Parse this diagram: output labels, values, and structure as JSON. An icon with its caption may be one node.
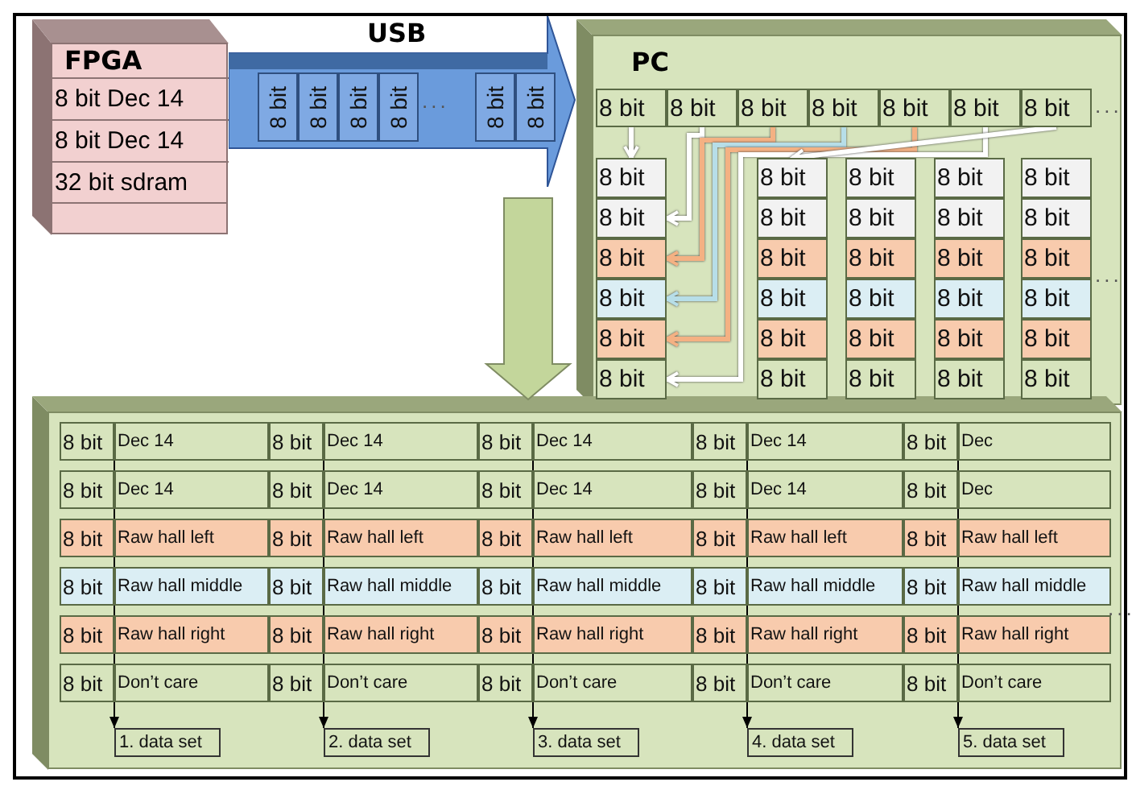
{
  "diagram": {
    "nodes": [
      {
        "text": [
          "FPGA",
          "8 bit Dec 14",
          "8 bit Dec 14",
          "32 bit sdram"
        ]
      },
      {
        "text": [
          "USB"
        ]
      },
      {
        "text": [
          "8 bit"
        ],
        "in": 1
      },
      {
        "text": [
          "8 bit"
        ],
        "in": 1
      },
      {
        "text": [
          "8 bit"
        ],
        "in": 1
      },
      {
        "text": [
          "8 bit"
        ],
        "in": 1
      },
      {
        "text": [
          "8 bit"
        ],
        "in": 1
      },
      {
        "text": [
          "8 bit"
        ],
        "in": 1
      },
      {
        "text": [
          "PC"
        ]
      },
      {
        "text": [
          "8 bit"
        ],
        "in": 8
      },
      {
        "text": [
          "8 bit"
        ],
        "in": 8
      },
      {
        "text": [
          "8 bit"
        ],
        "in": 8
      },
      {
        "text": [
          "8 bit"
        ],
        "in": 8
      },
      {
        "text": [
          "8 bit"
        ],
        "in": 8
      },
      {
        "text": [
          "8 bit"
        ],
        "in": 8
      },
      {
        "text": [
          "8 bit"
        ],
        "in": 8
      },
      {
        "text": [
          "8 bit"
        ],
        "in": 8
      },
      {
        "text": [
          "8 bit"
        ],
        "in": 8
      },
      {
        "text": [
          "8 bit"
        ],
        "in": 8
      },
      {
        "text": [
          "8 bit"
        ],
        "in": 8
      },
      {
        "text": [
          "8 bit"
        ],
        "in": 8
      },
      {
        "text": [
          "8 bit"
        ],
        "in": 8
      },
      {
        "text": [
          "8 bit"
        ],
        "in": 8
      },
      {
        "text": [
          "8 bit"
        ],
        "in": 8
      },
      {
        "text": [
          "8 bit"
        ],
        "in": 8
      },
      {
        "text": [
          "8 bit"
        ],
        "in": 8
      },
      {
        "text": [
          "8 bit"
        ],
        "in": 8
      },
      {
        "text": [
          "8 bit"
        ],
        "in": 8
      },
      {
        "text": [
          "8 bit"
        ],
        "in": 8
      },
      {
        "text": [
          "8 bit"
        ],
        "in": 8
      },
      {
        "text": [
          "8 bit"
        ],
        "in": 8
      },
      {
        "text": [
          "8 bit"
        ],
        "in": 8
      },
      {
        "text": [
          "8 bit"
        ],
        "in": 8
      },
      {
        "text": [
          "8 bit"
        ],
        "in": 8
      },
      {
        "text": [
          "8 bit"
        ],
        "in": 8
      },
      {
        "text": [
          "8 bit"
        ],
        "in": 8
      },
      {
        "text": [
          "8 bit"
        ],
        "in": 8
      },
      {
        "text": [
          "8 bit"
        ],
        "in": 8
      },
      {
        "text": [
          "8 bit"
        ],
        "in": 8
      },
      {
        "text": [
          "8 bit"
        ],
        "in": 8
      },
      {
        "text": [
          "8 bit"
        ],
        "in": 8
      },
      {
        "text": [
          "8 bit"
        ],
        "in": 8
      },
      {
        "text": [
          "8 bit"
        ],
        "in": 8
      },
      {
        "text": [
          "8 bit"
        ],
        "in": 8
      },
      {
        "text": [
          "8 bit"
        ],
        "in": 8
      },
      {
        "text": [
          "8 bit"
        ],
        "in": 8
      },
      {
        "text": [],
        "shape": "box"
      },
      {
        "text": [
          "8 bit"
        ],
        "in": 46
      },
      {
        "text": [
          "Dec 14"
        ],
        "in": 46
      },
      {
        "text": [
          "8 bit"
        ],
        "in": 46
      },
      {
        "text": [
          "Dec 14"
        ],
        "in": 46
      },
      {
        "text": [
          "8 bit"
        ],
        "in": 46
      },
      {
        "text": [
          "Dec 14"
        ],
        "in": 46
      },
      {
        "text": [
          "8 bit"
        ],
        "in": 46
      },
      {
        "text": [
          "Dec 14"
        ],
        "in": 46
      },
      {
        "text": [
          "8 bit"
        ],
        "in": 46
      },
      {
        "text": [
          "Dec"
        ],
        "in": 46
      },
      {
        "text": [
          "8 bit"
        ],
        "in": 46
      },
      {
        "text": [
          "Dec 14"
        ],
        "in": 46
      },
      {
        "text": [
          "8 bit"
        ],
        "in": 46
      },
      {
        "text": [
          "Dec 14"
        ],
        "in": 46
      },
      {
        "text": [
          "8 bit"
        ],
        "in": 46
      },
      {
        "text": [
          "Dec 14"
        ],
        "in": 46
      },
      {
        "text": [
          "8 bit"
        ],
        "in": 46
      },
      {
        "text": [
          "Dec 14"
        ],
        "in": 46
      },
      {
        "text": [
          "8 bit"
        ],
        "in": 46
      },
      {
        "text": [
          "Dec"
        ],
        "in": 46
      },
      {
        "text": [
          "8 bit"
        ],
        "in": 46
      },
      {
        "text": [
          "Raw hall left"
        ],
        "in": 46
      },
      {
        "text": [
          "8 bit"
        ],
        "in": 46
      },
      {
        "text": [
          "Raw hall left"
        ],
        "in": 46
      },
      {
        "text": [
          "8 bit"
        ],
        "in": 46
      },
      {
        "text": [
          "Raw hall left"
        ],
        "in": 46
      },
      {
        "text": [
          "8 bit"
        ],
        "in": 46
      },
      {
        "text": [
          "Raw hall left"
        ],
        "in": 46
      },
      {
        "text": [
          "8 bit"
        ],
        "in": 46
      },
      {
        "text": [
          "Raw hall left"
        ],
        "in": 46
      },
      {
        "text": [
          "8 bit"
        ],
        "in": 46
      },
      {
        "text": [
          "Raw hall middle"
        ],
        "in": 46
      },
      {
        "text": [
          "8 bit"
        ],
        "in": 46
      },
      {
        "text": [
          "Raw hall middle"
        ],
        "in": 46
      },
      {
        "text": [
          "8 bit"
        ],
        "in": 46
      },
      {
        "text": [
          "Raw hall middle"
        ],
        "in": 46
      },
      {
        "text": [
          "8 bit"
        ],
        "in": 46
      },
      {
        "text": [
          "Raw hall middle"
        ],
        "in": 46
      },
      {
        "text": [
          "8 bit"
        ],
        "in": 46
      },
      {
        "text": [
          "Raw hall middle"
        ],
        "in": 46
      },
      {
        "text": [
          "8 bit"
        ],
        "in": 46
      },
      {
        "text": [
          "Raw hall right"
        ],
        "in": 46
      },
      {
        "text": [
          "8 bit"
        ],
        "in": 46
      },
      {
        "text": [
          "Raw hall right"
        ],
        "in": 46
      },
      {
        "text": [
          "8 bit"
        ],
        "in": 46
      },
      {
        "text": [
          "Raw hall right"
        ],
        "in": 46
      },
      {
        "text": [
          "8 bit"
        ],
        "in": 46
      },
      {
        "text": [
          "Raw hall right"
        ],
        "in": 46
      },
      {
        "text": [
          "8 bit"
        ],
        "in": 46
      },
      {
        "text": [
          "Raw hall right"
        ],
        "in": 46
      },
      {
        "text": [
          "8 bit"
        ],
        "in": 46
      },
      {
        "text": [
          "Don’t care"
        ],
        "in": 46
      },
      {
        "text": [
          "8 bit"
        ],
        "in": 46
      },
      {
        "text": [
          "Don’t care"
        ],
        "in": 46
      },
      {
        "text": [
          "8 bit"
        ],
        "in": 46
      },
      {
        "text": [
          "Don’t care"
        ],
        "in": 46
      },
      {
        "text": [
          "8 bit"
        ],
        "in": 46
      },
      {
        "text": [
          "Don’t care"
        ],
        "in": 46
      },
      {
        "text": [
          "8 bit"
        ],
        "in": 46
      },
      {
        "text": [
          "Don’t care"
        ],
        "in": 46
      },
      {
        "text": [
          "1. data set"
        ],
        "in": 46
      },
      {
        "text": [
          "2. data set"
        ],
        "in": 46
      },
      {
        "text": [
          "3. data set"
        ],
        "in": 46
      },
      {
        "text": [
          "4. data set"
        ],
        "in": 46
      },
      {
        "text": [
          "5. data set"
        ],
        "in": 46
      }
    ],
    "edges": [
      {
        "from": 9,
        "to": 16,
        "arrow": "to",
        "color": "#ffffff"
      },
      {
        "from": 10,
        "to": 21,
        "arrow": "to",
        "color": "#ffffff"
      },
      {
        "from": 11,
        "to": 26,
        "arrow": "to",
        "color": "#f4b183"
      },
      {
        "from": 12,
        "to": 31,
        "arrow": "to",
        "color": "#b7dee8"
      },
      {
        "from": 13,
        "to": 36,
        "arrow": "to",
        "color": "#f4b183"
      },
      {
        "from": 14,
        "to": 41,
        "arrow": "to",
        "color": "#ffffff"
      },
      {
        "from": 15,
        "to": 17,
        "arrow": "to",
        "color": "#ffffff"
      },
      {
        "from": null,
        "to": 46,
        "arrow": "to",
        "style": "thick",
        "color": "#c3d69b"
      },
      {
        "from": 47,
        "to": 107,
        "arrow": "to"
      },
      {
        "from": 49,
        "to": 108,
        "arrow": "to"
      },
      {
        "from": 51,
        "to": 109,
        "arrow": "to"
      },
      {
        "from": 53,
        "to": 110,
        "arrow": "to"
      },
      {
        "from": 55,
        "to": 111,
        "arrow": "to"
      }
    ],
    "labels": [
      "...",
      "...",
      "...",
      "..."
    ]
  }
}
